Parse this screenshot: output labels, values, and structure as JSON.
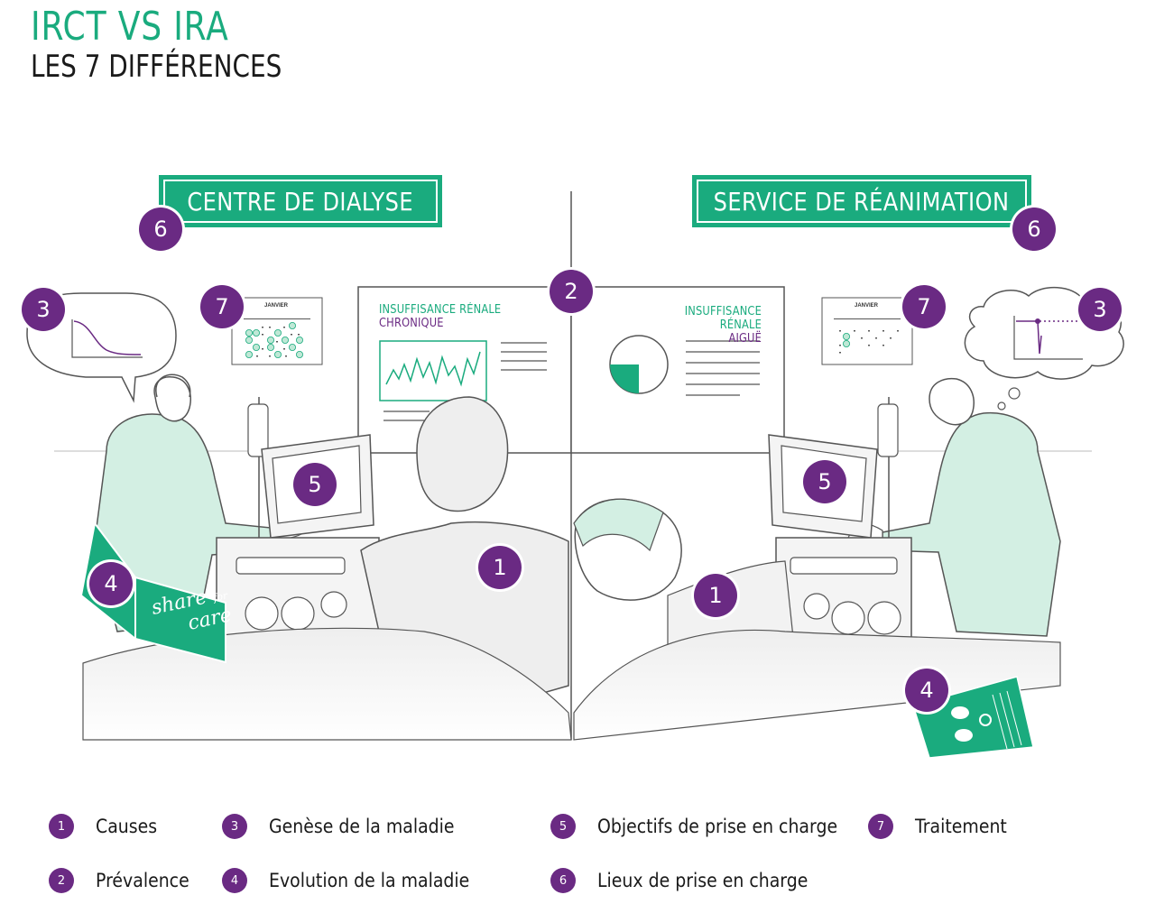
{
  "title": "IRCT VS IRA",
  "subtitle": "LES 7 DIFFÉRENCES",
  "colors": {
    "green": "#1aab7e",
    "purple": "#6a2a83",
    "mint": "#d3efe3",
    "line": "#555555"
  },
  "left_panel": {
    "label": "CENTRE DE DIALYSE",
    "board_line1": "INSUFFISANCE RÉNALE",
    "board_line2": "CHRONIQUE",
    "calendar_month": "JANVIER",
    "brochure_line1": "share",
    "brochure_for": "for",
    "brochure_line2": "care"
  },
  "right_panel": {
    "label": "SERVICE DE RÉANIMATION",
    "board_line1": "INSUFFISANCE RÉNALE",
    "board_line2": "AIGUË",
    "calendar_month": "JANVIER"
  },
  "markers": {
    "left_6": "6",
    "left_3": "3",
    "left_7": "7",
    "center_2": "2",
    "left_5": "5",
    "left_1": "1",
    "left_4": "4",
    "right_6": "6",
    "right_7": "7",
    "right_3": "3",
    "right_5": "5",
    "right_1": "1",
    "right_4": "4"
  },
  "legend": [
    {
      "num": "1",
      "label": "Causes"
    },
    {
      "num": "2",
      "label": "Prévalence"
    },
    {
      "num": "3",
      "label": "Genèse de la maladie"
    },
    {
      "num": "4",
      "label": "Evolution de la maladie"
    },
    {
      "num": "5",
      "label": "Objectifs de prise en charge"
    },
    {
      "num": "6",
      "label": "Lieux de prise en charge"
    },
    {
      "num": "7",
      "label": "Traitement"
    }
  ]
}
